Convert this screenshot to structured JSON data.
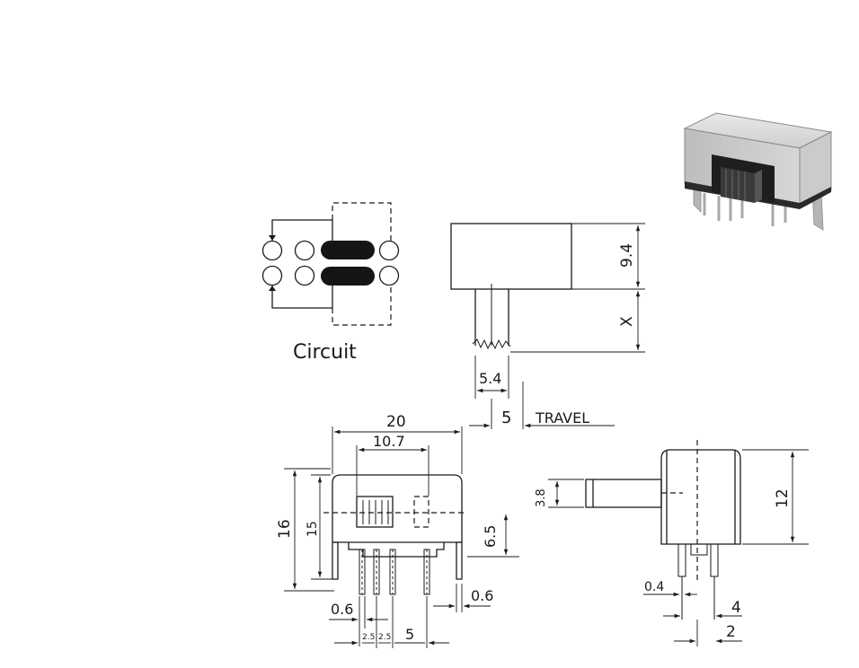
{
  "circuit": {
    "caption": "Circuit"
  },
  "side_view": {
    "body_height": "9.4",
    "actuator_length": "X",
    "actuator_width": "5.4",
    "travel_value": "5",
    "travel_label": "TRAVEL"
  },
  "front_view": {
    "overall_width": "20",
    "inner_width": "10.7",
    "overall_height": "16",
    "body_height": "15",
    "actuator_offset": "6.5",
    "tab_thickness": "0.6",
    "pin_thickness": "0.6",
    "pin_pitch_1": "2.5",
    "pin_pitch_2": "2.5",
    "pin_span": "5"
  },
  "end_view": {
    "actuator_height": "3.8",
    "body_height": "12",
    "pin_width": "0.4",
    "row_spacing": "4",
    "pin_offset": "2"
  },
  "photo": {
    "icon": "slide-switch-photo"
  }
}
